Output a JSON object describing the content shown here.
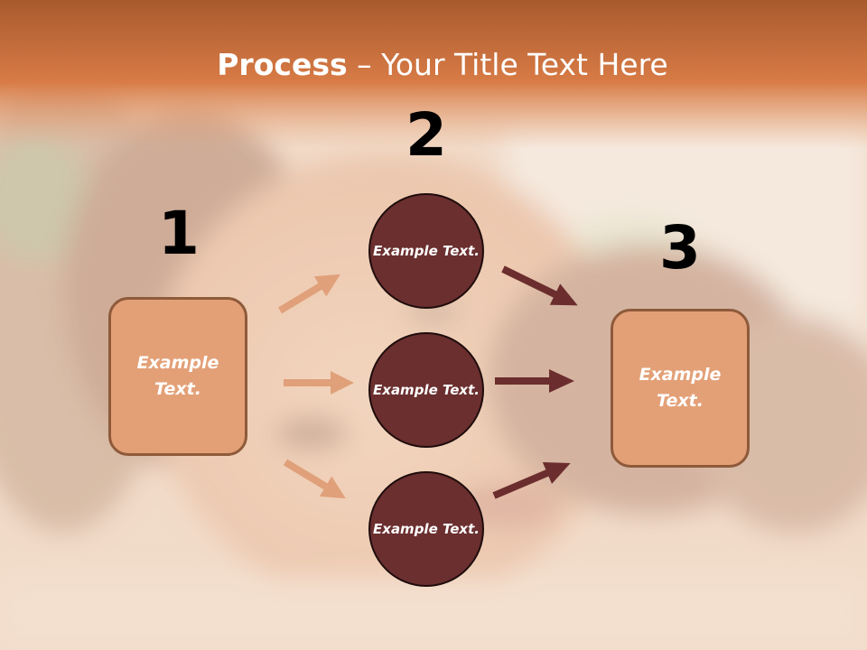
{
  "slide": {
    "title_bold": "Process",
    "title_rest": " – Your Title Text Here",
    "colors": {
      "header_band": "#c96a35",
      "box_fill": "#e3a077",
      "box_border": "#8e5a3a",
      "circle_fill": "#6b2f2f",
      "light_arrow": "#e0a07a",
      "dark_arrow": "#6b2d2d"
    }
  },
  "steps": {
    "step1": {
      "number": "1",
      "text": "Example Text."
    },
    "step2": {
      "number": "2",
      "text": "Example Text."
    },
    "step3": {
      "number": "3",
      "text": "Example Text."
    }
  },
  "circles": [
    {
      "text": "Example Text."
    },
    {
      "text": "Example Text."
    },
    {
      "text": "Example Text."
    }
  ]
}
